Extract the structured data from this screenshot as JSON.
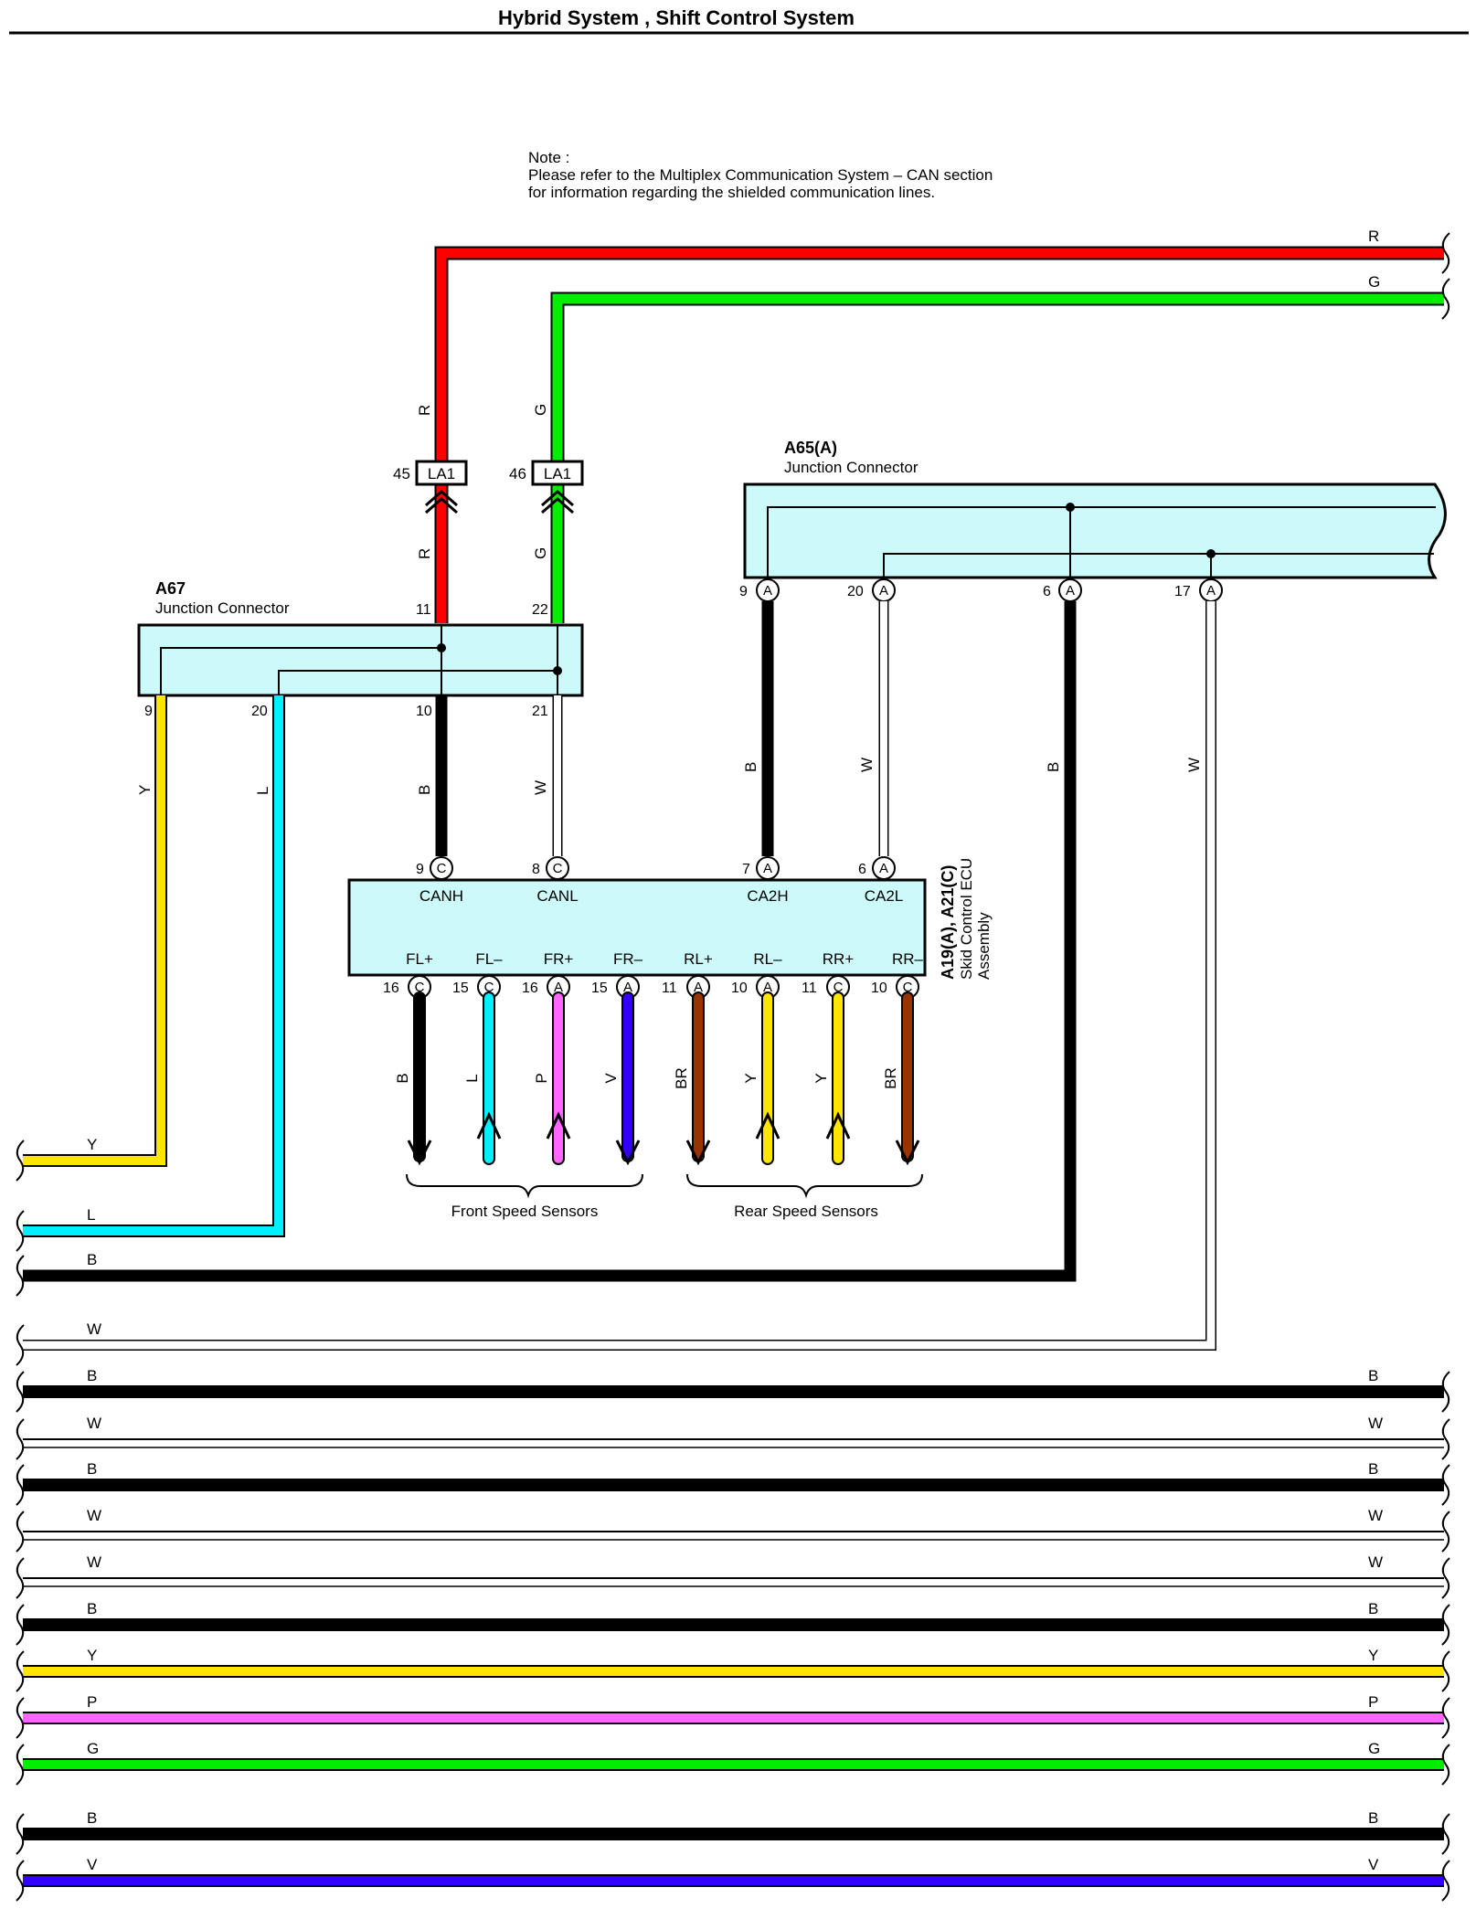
{
  "title": "Hybrid System , Shift Control System",
  "note": {
    "line1": "Note :",
    "line2": "Please refer to the Multiplex Communication System – CAN section",
    "line3": "for information regarding the shielded communication lines."
  },
  "colors": {
    "R": "#ff0000",
    "G": "#00ee00",
    "B": "#000000",
    "W": "#ffffff",
    "Y": "#ffe600",
    "L": "#00f0ff",
    "P": "#ff66ff",
    "V": "#3300ff",
    "BR": "#993300",
    "box": "#ccfafa"
  },
  "top_wires": {
    "R": {
      "left": "",
      "right": "R"
    },
    "G": {
      "left": "",
      "right": "G"
    }
  },
  "la1": {
    "left": {
      "pin": "45",
      "name": "LA1"
    },
    "right": {
      "pin": "46",
      "name": "LA1"
    }
  },
  "a67": {
    "name": "A67",
    "desc": "Junction Connector",
    "pins": {
      "top_left": "11",
      "top_right": "22",
      "b1": "9",
      "b2": "20",
      "b3": "10",
      "b4": "21"
    }
  },
  "a65": {
    "name": "A65(A)",
    "desc": "Junction Connector",
    "pins": {
      "p1": "9",
      "p2": "20",
      "p3": "6",
      "p4": "17"
    },
    "letter": "A"
  },
  "ecu": {
    "name": "A19(A), A21(C)",
    "desc_line1": "Skid Control ECU",
    "desc_line2": "Assembly",
    "top_pins": [
      {
        "num": "9",
        "letter": "C",
        "label": "CANH"
      },
      {
        "num": "8",
        "letter": "C",
        "label": "CANL"
      },
      {
        "num": "7",
        "letter": "A",
        "label": "CA2H"
      },
      {
        "num": "6",
        "letter": "A",
        "label": "CA2L"
      }
    ],
    "bottom_pins": [
      {
        "num": "16",
        "letter": "C",
        "label": "FL+",
        "wire": "B"
      },
      {
        "num": "15",
        "letter": "C",
        "label": "FL–",
        "wire": "L"
      },
      {
        "num": "16",
        "letter": "A",
        "label": "FR+",
        "wire": "P"
      },
      {
        "num": "15",
        "letter": "A",
        "label": "FR–",
        "wire": "V"
      },
      {
        "num": "11",
        "letter": "A",
        "label": "RL+",
        "wire": "BR"
      },
      {
        "num": "10",
        "letter": "A",
        "label": "RL–",
        "wire": "Y"
      },
      {
        "num": "11",
        "letter": "C",
        "label": "RR+",
        "wire": "Y"
      },
      {
        "num": "10",
        "letter": "C",
        "label": "RR–",
        "wire": "BR"
      }
    ]
  },
  "groups": {
    "front": "Front Speed Sensors",
    "rear": "Rear Speed Sensors"
  },
  "vertical_wire_labels": {
    "r_upper": "R",
    "g_upper": "G",
    "r_lower": "R",
    "g_lower": "G",
    "y": "Y",
    "l": "L",
    "b_canh": "B",
    "w_canl": "W",
    "b_ca2h": "B",
    "w_ca2l": "W",
    "b_a65": "B",
    "w_a65": "W"
  },
  "left_wires": [
    "Y",
    "L",
    "B",
    "W"
  ],
  "bottom_wires": [
    "B",
    "W",
    "B",
    "W",
    "W",
    "B",
    "Y",
    "P",
    "G",
    "B",
    "V"
  ]
}
